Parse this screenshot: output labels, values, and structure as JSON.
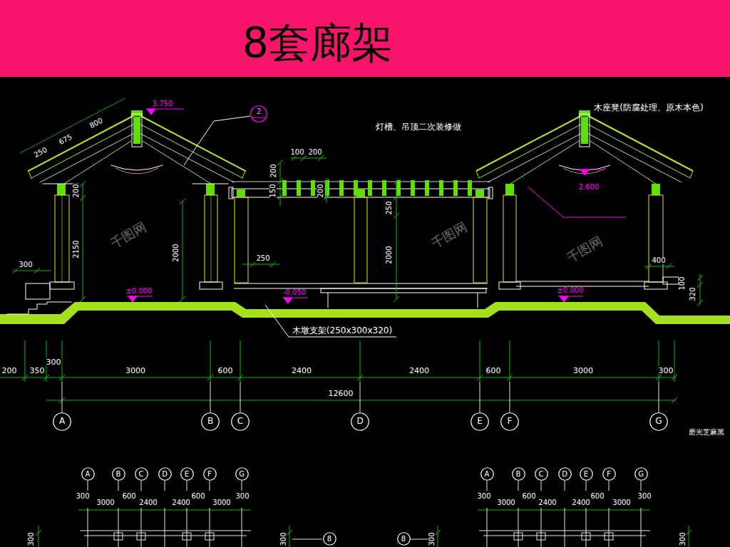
{
  "diagram": {
    "title": "8套廊架",
    "nodes": [
      {
        "text": [
          "2"
        ]
      },
      {
        "text": [
          "A"
        ]
      },
      {
        "text": [
          "B"
        ]
      },
      {
        "text": [
          "C"
        ]
      },
      {
        "text": [
          "D"
        ]
      },
      {
        "text": [
          "E"
        ]
      },
      {
        "text": [
          "F"
        ]
      },
      {
        "text": [
          "G"
        ]
      },
      {
        "text": [
          "A"
        ]
      },
      {
        "text": [
          "B"
        ]
      },
      {
        "text": [
          "C"
        ]
      },
      {
        "text": [
          "D"
        ]
      },
      {
        "text": [
          "E"
        ]
      },
      {
        "text": [
          "F"
        ]
      },
      {
        "text": [
          "G"
        ]
      },
      {
        "text": [
          "A"
        ]
      },
      {
        "text": [
          "B"
        ]
      },
      {
        "text": [
          "C"
        ]
      },
      {
        "text": [
          "D"
        ]
      },
      {
        "text": [
          "E"
        ]
      },
      {
        "text": [
          "F"
        ]
      },
      {
        "text": [
          "G"
        ]
      },
      {
        "text": [
          "8"
        ]
      },
      {
        "text": [
          "8"
        ]
      }
    ],
    "labels": [
      "3.750",
      "250",
      "675",
      "800",
      "灯槽、吊顶二次装修做",
      "木座凳(防腐处理、原木本色)",
      "100",
      "200",
      "200",
      "150",
      "200",
      "250",
      "200",
      "2150",
      "2000",
      "2000",
      "2.600",
      "300",
      "250",
      "400",
      "100",
      "320",
      "±0.000",
      "-0.050",
      "±0.000",
      "木墩支架(250x300x320)",
      "200",
      "350",
      "300",
      "3000",
      "600",
      "2400",
      "2400",
      "600",
      "3000",
      "300",
      "12600",
      "磨光芝麻黑",
      "300",
      "600",
      "600",
      "300",
      "3000",
      "2400",
      "2400",
      "3000",
      "300",
      "600",
      "600",
      "300",
      "3000",
      "2400",
      "2400",
      "3000",
      "300",
      "300",
      "300",
      "300",
      "千图网",
      "千图网",
      "千图网"
    ]
  }
}
